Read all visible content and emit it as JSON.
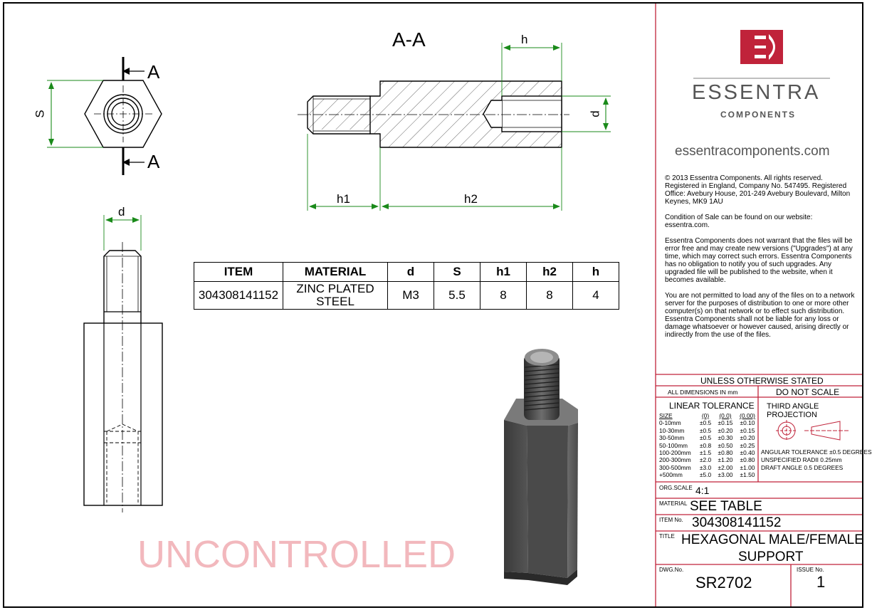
{
  "views": {
    "section_label": "A-A",
    "cut_label_top": "A",
    "cut_label_bottom": "A",
    "dim_s": "S",
    "dim_d_front": "d",
    "dim_d_section": "d",
    "dim_h": "h",
    "dim_h1": "h1",
    "dim_h2": "h2"
  },
  "spec_table": {
    "headers": [
      "ITEM",
      "MATERIAL",
      "d",
      "S",
      "h1",
      "h2",
      "h"
    ],
    "row": [
      "304308141152",
      "ZINC PLATED STEEL",
      "M3",
      "5.5",
      "8",
      "8",
      "4"
    ]
  },
  "watermark": "UNCONTROLLED",
  "brand": {
    "name": "ESSENTRA",
    "sub": "COMPONENTS",
    "website": "essentracomponents.com",
    "logo_color": "#c0233a"
  },
  "legal": {
    "p1": "© 2013 Essentra Components. All rights reserved. Registered in England, Company No. 547495. Registered Office: Avebury House, 201-249 Avebury Boulevard, Milton Keynes, MK9 1AU",
    "p2": "Condition of Sale can be found on our website: essentra.com.",
    "p3": "Essentra Components does not warrant that the files will be error free and may create new versions (\"Upgrades\") at any time, which may correct such errors. Essentra Components has no obligation to notify you of such upgrades. Any upgraded file will be published to the website, when it becomes available.",
    "p4": "You are not permitted to load any of the files on to a network server for the purposes of distribution to one or more other computer(s) on that network or to effect such distribution. Essentra Components shall not be liable for any loss or damage whatsoever or however caused, arising directly or indirectly from the use of the files."
  },
  "title_block": {
    "unless": "UNLESS OTHERWISE STATED",
    "all_dims": "ALL DIMENSIONS IN mm",
    "do_not_scale": "DO NOT SCALE",
    "linear_tol": "LINEAR TOLERANCE",
    "third_angle": "THIRD ANGLE PROJECTION",
    "tol_header": [
      "SIZE",
      "(0)",
      "(0.0)",
      "(0.00)"
    ],
    "tol_rows": [
      [
        "0-10mm",
        "±0.5",
        "±0.15",
        "±0.10"
      ],
      [
        "10-30mm",
        "±0.5",
        "±0.20",
        "±0.15"
      ],
      [
        "30-50mm",
        "±0.5",
        "±0.30",
        "±0.20"
      ],
      [
        "50-100mm",
        "±0.8",
        "±0.50",
        "±0.25"
      ],
      [
        "100-200mm",
        "±1.5",
        "±0.80",
        "±0.40"
      ],
      [
        "200-300mm",
        "±2.0",
        "±1.20",
        "±0.80"
      ],
      [
        "300-500mm",
        "±3.0",
        "±2.00",
        "±1.00"
      ],
      [
        "+500mm",
        "±5.0",
        "±3.00",
        "±1.50"
      ]
    ],
    "angular": "ANGULAR TOLERANCE ±0.5 DEGREES",
    "radii": "UNSPECIFIED RADII 0.25mm",
    "draft": "DRAFT ANGLE 0.5 DEGREES",
    "org_scale_label": "ORG.SCALE",
    "org_scale": "4:1",
    "material_label": "MATERIAL",
    "material": "SEE TABLE",
    "item_label": "ITEM No.",
    "item": "304308141152",
    "title_label": "TITLE",
    "title_line1": "HEXAGONAL MALE/FEMALE",
    "title_line2": "SUPPORT",
    "dwg_label": "DWG.No.",
    "dwg": "SR2702",
    "issue_label": "ISSUE No.",
    "issue": "1"
  },
  "colors": {
    "dimension": "#1a8a1a",
    "title_block_lines": "#c0233a",
    "watermark": "#f2b8bd"
  }
}
